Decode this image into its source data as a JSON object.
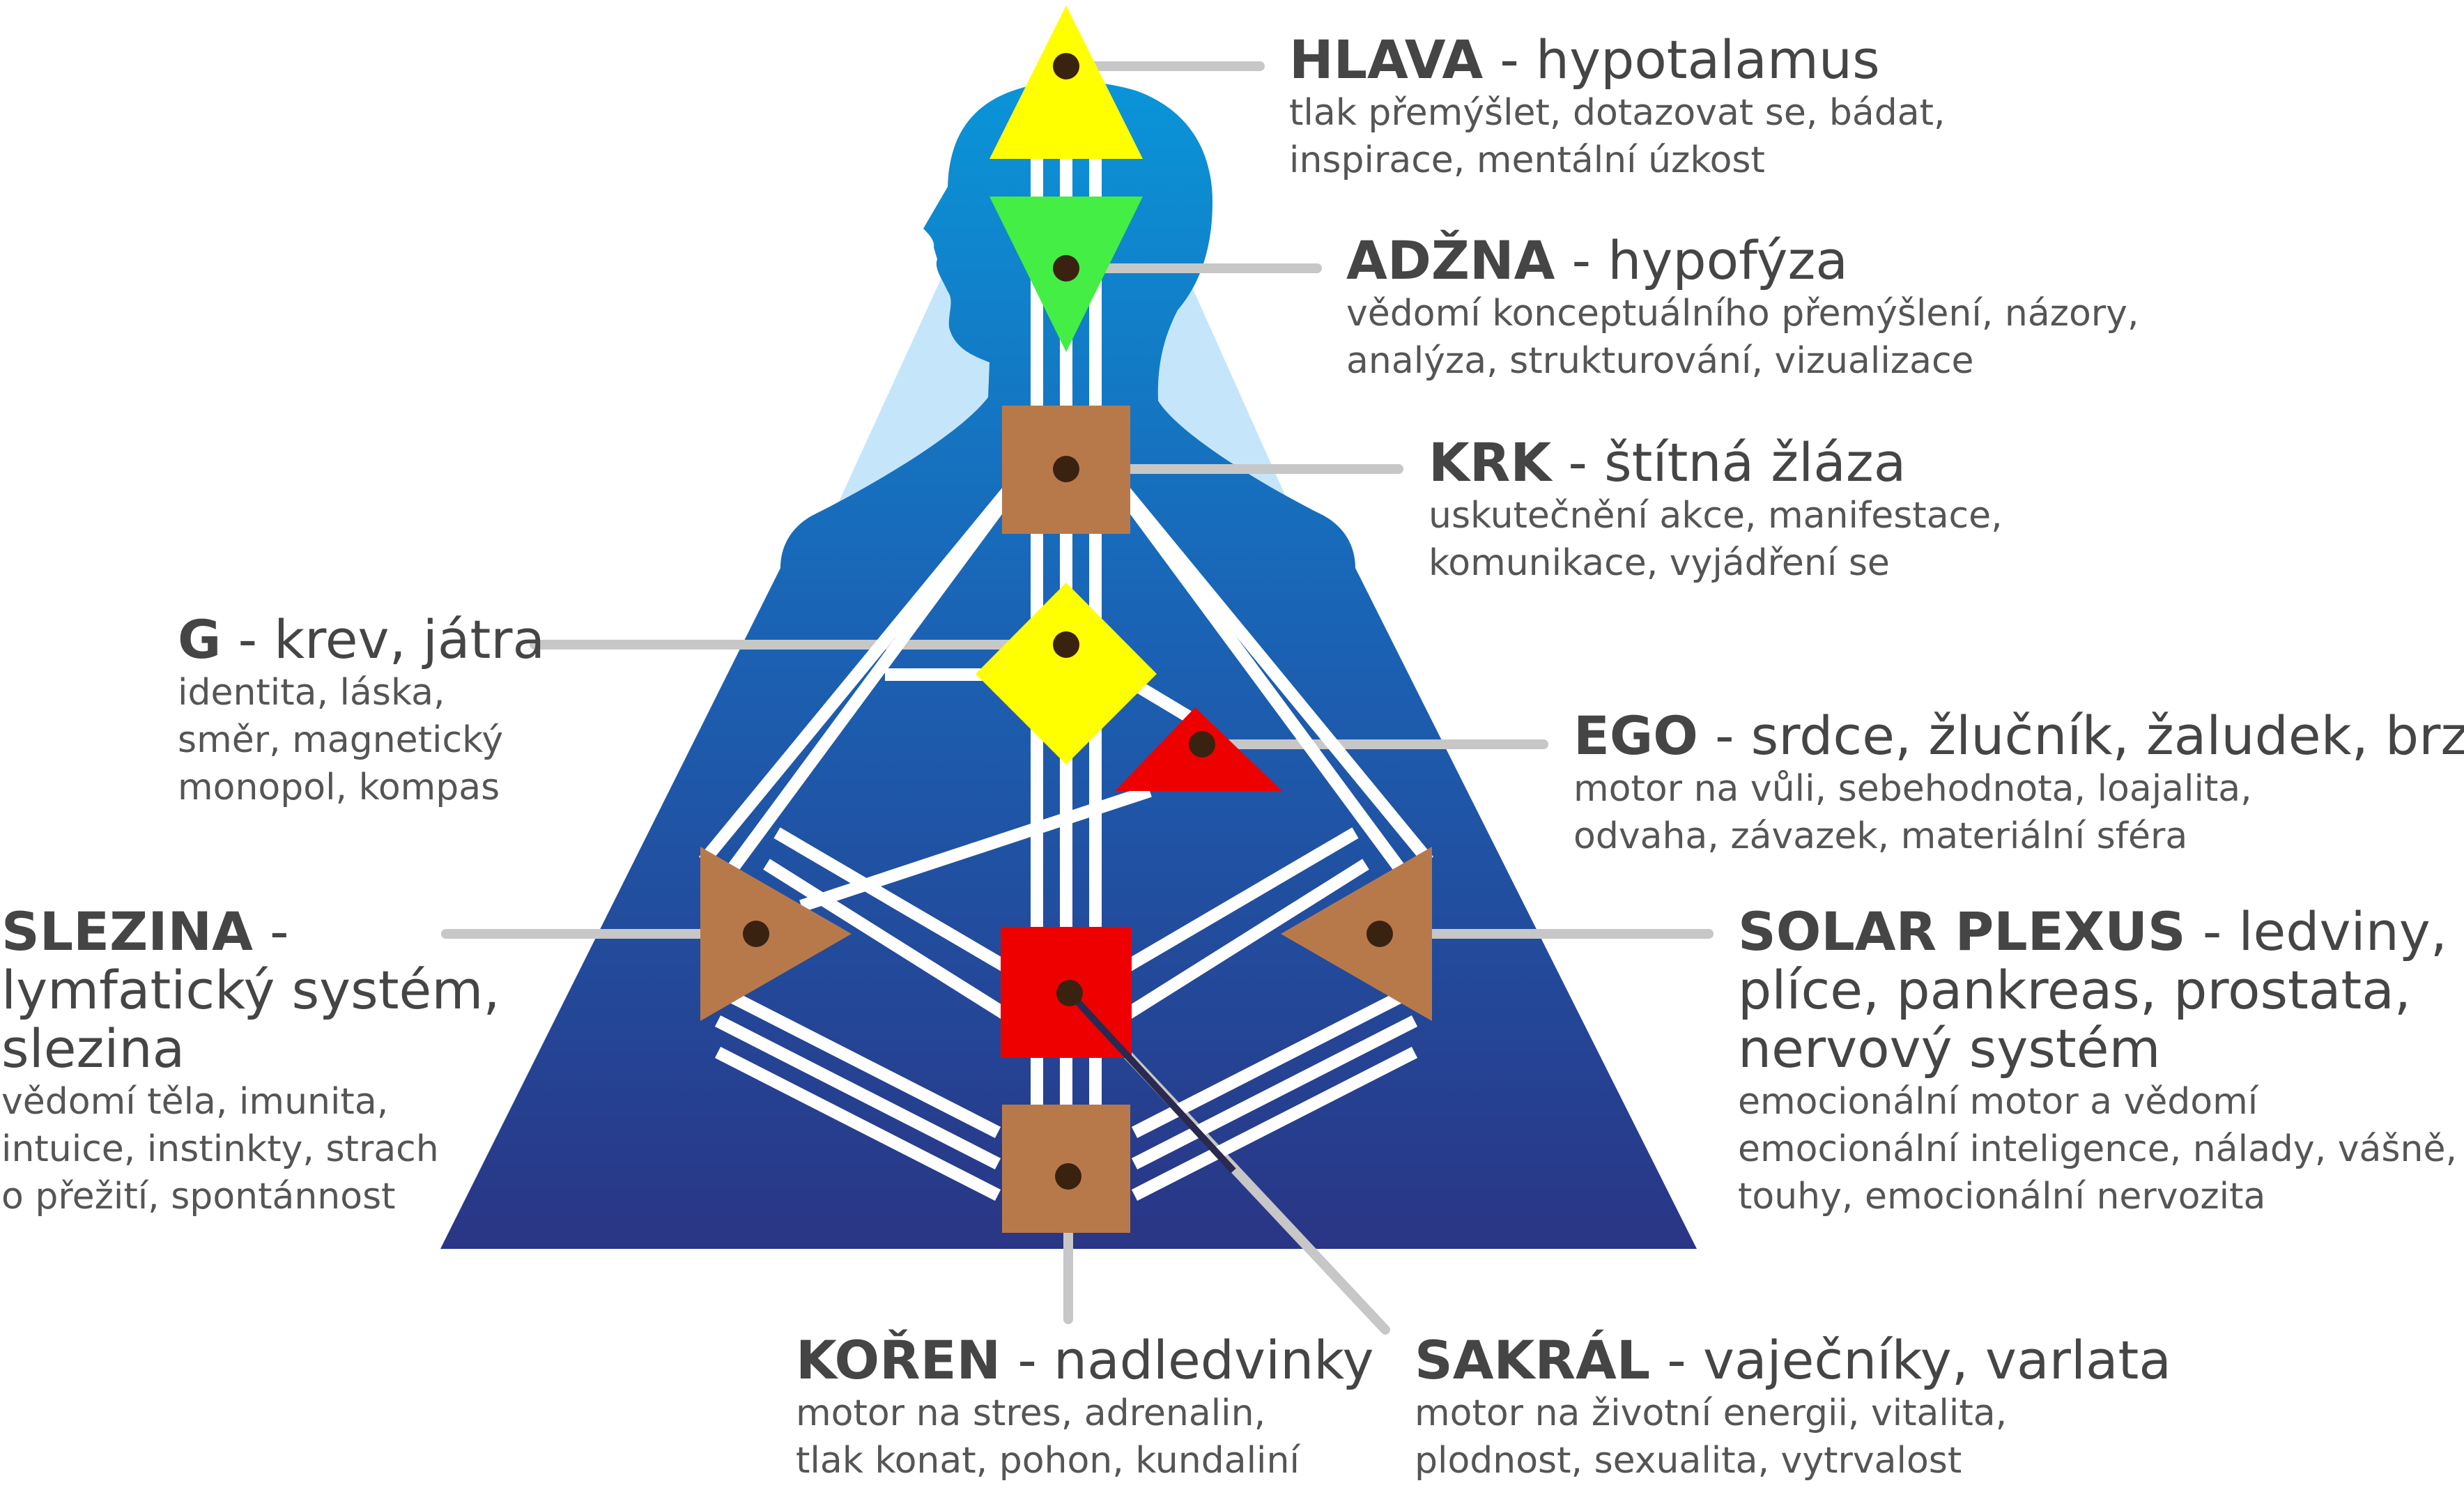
{
  "centers": {
    "hlava": {
      "name": "HLAVA",
      "organ": "- hypotalamus",
      "lines": [
        "tlak přemýšlet, dotazovat se, bádat,",
        "inspirace, mentální úzkost"
      ],
      "color": "#ffff00"
    },
    "adzna": {
      "name": "ADŽNA",
      "organ": "- hypofýza",
      "lines": [
        "vědomí konceptuálního přemýšlení, názory,",
        "analýza, strukturování, vizualizace"
      ],
      "color": "#44ee44"
    },
    "krk": {
      "name": "KRK",
      "organ": "- štítná žláza",
      "lines": [
        "uskutečnění akce, manifestace,",
        "komunikace, vyjádření se"
      ],
      "color": "#b8794a"
    },
    "g": {
      "name": "G",
      "organ": "- krev, játra",
      "lines": [
        "identita, láska,",
        "směr, magnetický",
        "monopol, kompas"
      ],
      "color": "#ffff00"
    },
    "ego": {
      "name": "EGO",
      "organ": "- srdce, žlučník, žaludek, brzlík",
      "lines": [
        "motor na vůli, sebehodnota, loajalita,",
        "odvaha, závazek, materiální sféra"
      ],
      "color": "#ee0000"
    },
    "slezina": {
      "name": "SLEZINA",
      "organ": "-",
      "organ_lines": [
        "lymfatický systém,",
        "slezina"
      ],
      "lines": [
        "vědomí těla, imunita,",
        "intuice, instinkty, strach",
        "o přežití, spontánnost"
      ],
      "color": "#b8794a"
    },
    "solar": {
      "name": "SOLAR PLEXUS",
      "organ": "- ledviny,",
      "organ_lines": [
        "plíce, pankreas, prostata,",
        "nervový systém"
      ],
      "lines": [
        "emocionální motor a vědomí",
        "emocionální inteligence, nálady, vášně,",
        "touhy, emocionální nervozita"
      ],
      "color": "#b8794a"
    },
    "sakral": {
      "name": "SAKRÁL",
      "organ": "- vaječníky, varlata",
      "lines": [
        "motor na životní energii, vitalita,",
        "plodnost, sexualita, vytrvalost"
      ],
      "color": "#ee0000"
    },
    "koren": {
      "name": "KOŘEN",
      "organ": "- nadledvinky",
      "lines": [
        "motor na stres, adrenalin,",
        "tlak konat, pohon, kundaliní"
      ],
      "color": "#b8794a"
    }
  },
  "colors": {
    "body_top": "#0a95d8",
    "body_bottom": "#2a3585",
    "glow": "#c5e6fa",
    "connector": "#c7c7c7",
    "channel": "#ffffff",
    "dot": "#3a2210",
    "text": "#454545"
  }
}
